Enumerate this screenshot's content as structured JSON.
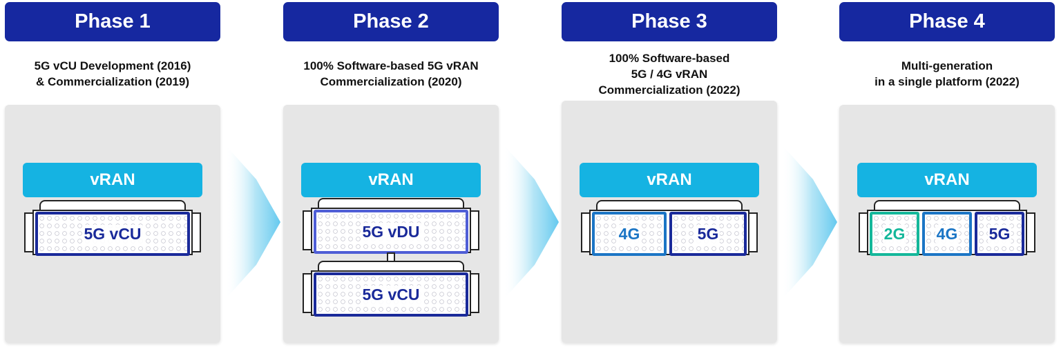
{
  "phases": [
    {
      "title": "Phase 1",
      "description": "5G vCU Development (2016)\n& Commercialization (2019)",
      "vran_label": "vRAN",
      "servers": [
        {
          "modules": [
            {
              "label": "5G vCU",
              "style": "dark"
            }
          ]
        }
      ]
    },
    {
      "title": "Phase 2",
      "description": "100% Software-based 5G vRAN\nCommercialization (2020)",
      "vran_label": "vRAN",
      "servers": [
        {
          "modules": [
            {
              "label": "5G vDU",
              "style": "purple"
            }
          ]
        },
        {
          "modules": [
            {
              "label": "5G vCU",
              "style": "dark"
            }
          ]
        }
      ]
    },
    {
      "title": "Phase 3",
      "description": "100% Software-based\n5G / 4G vRAN\nCommercialization (2022)",
      "vran_label": "vRAN",
      "servers": [
        {
          "modules": [
            {
              "label": "4G",
              "style": "blue"
            },
            {
              "label": "5G",
              "style": "dark"
            }
          ]
        }
      ]
    },
    {
      "title": "Phase 4",
      "description": "Multi-generation\nin a single platform (2022)",
      "vran_label": "vRAN",
      "servers": [
        {
          "modules": [
            {
              "label": "2G",
              "style": "teal"
            },
            {
              "label": "4G",
              "style": "blue"
            },
            {
              "label": "5G",
              "style": "dark"
            }
          ]
        }
      ]
    }
  ],
  "colors": {
    "header_bg": "#1628a0",
    "vran_bg": "#15b3e2",
    "panel_bg": "#e6e6e6",
    "module_dark": "#1a2a9a",
    "module_purple": "#4f5ed6",
    "module_blue": "#1b75c5",
    "module_teal": "#14b79a",
    "arrow": "#7fd3f0"
  },
  "icons": {
    "transition": "chevron-arrow-right-icon",
    "server": "rack-server-icon"
  }
}
